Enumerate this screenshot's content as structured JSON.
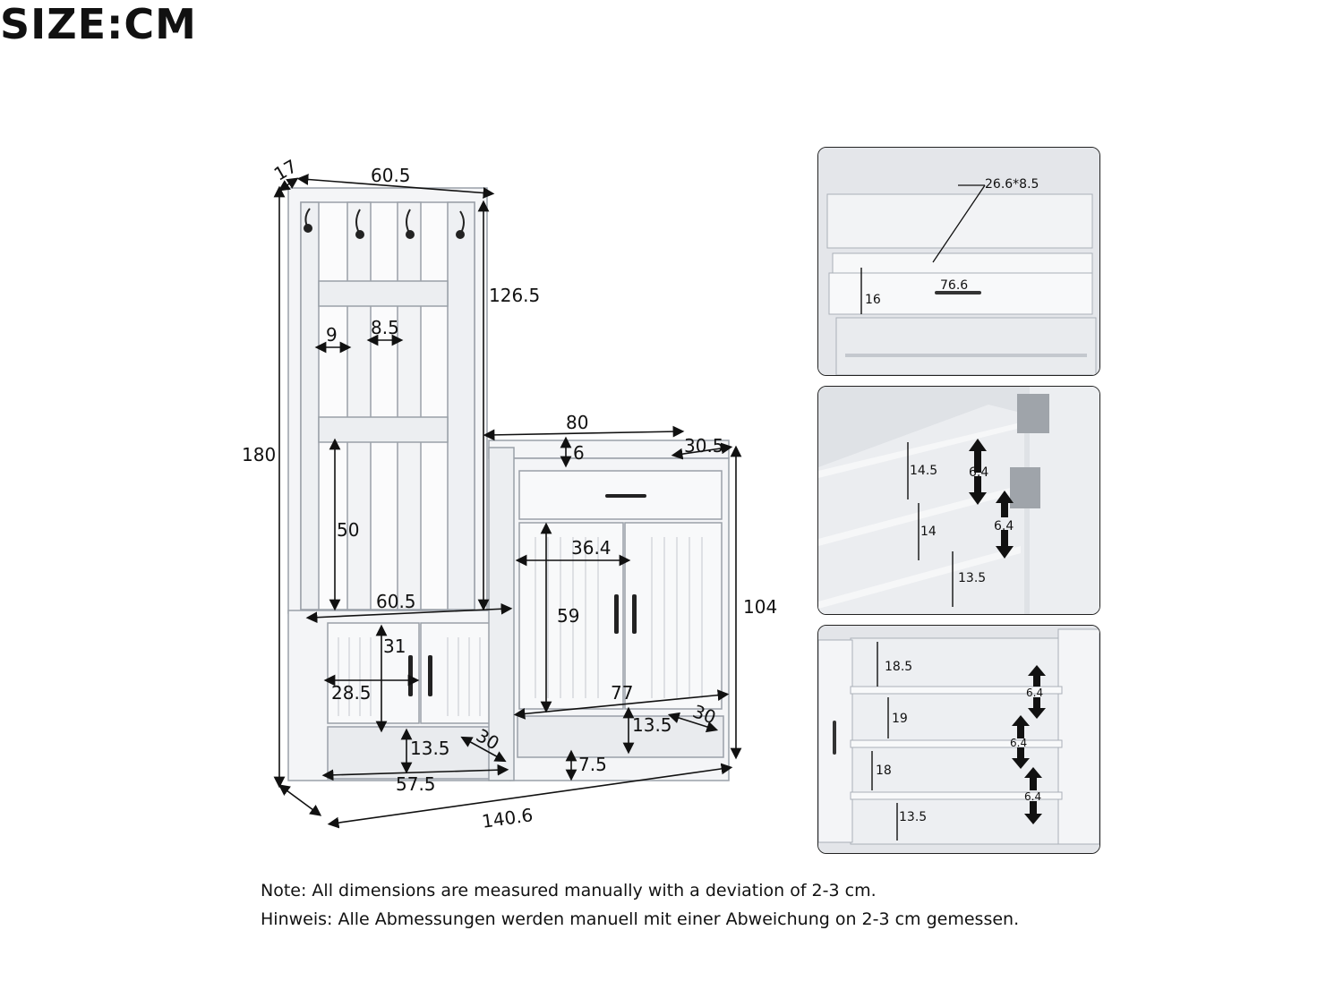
{
  "title": "SIZE:CM",
  "main_dims": {
    "depth_top": "17",
    "width_top": "60.5",
    "upper_height": "126.5",
    "total_height": "180",
    "slat_gap": "9",
    "slat_width": "8.5",
    "bench_clearance": "50",
    "bench_width": "60.5",
    "door_height": "31",
    "door_width": "28.5",
    "bench_open_height": "13.5",
    "bench_depth": "30",
    "bench_bottom_width": "57.5",
    "total_width": "140.6",
    "cab_width": "80",
    "cab_rim": "6",
    "cab_depth": "30.5",
    "cab_door_width": "36.4",
    "cab_door_height": "59",
    "cab_height": "104",
    "cab_inner_width": "77",
    "cab_open_height": "13.5",
    "cab_open_depth": "30",
    "cab_leg": "7.5"
  },
  "panel1": {
    "drawer_label": "26.6*8.5",
    "width": "76.6",
    "height": "16"
  },
  "panel2": {
    "shelf1": "14.5",
    "shelf2": "14",
    "shelf3": "13.5",
    "adjust1": "6.4",
    "adjust2": "6.4"
  },
  "panel3": {
    "s1": "18.5",
    "s2": "19",
    "s3": "18",
    "s4": "13.5",
    "a1": "6.4",
    "a2": "6.4",
    "a3": "6.4"
  },
  "notes": {
    "en": "Note: All dimensions are measured manually with a deviation of 2-3 cm.",
    "de": "Hinweis: Alle Abmessungen werden manuell mit einer Abweichung on 2-3 cm gemessen."
  }
}
